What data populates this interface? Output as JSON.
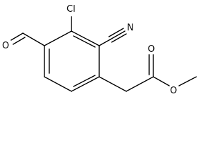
{
  "structure": {
    "atom_labels": {
      "chlorine": "Cl",
      "nitrile_nitrogen": "N",
      "aldehyde_oxygen": "O",
      "ester_carbonyl_oxygen": "O",
      "ester_ether_oxygen": "O"
    }
  },
  "colors": {
    "bond": "#000000",
    "label": "#000000",
    "background": "#ffffff"
  }
}
